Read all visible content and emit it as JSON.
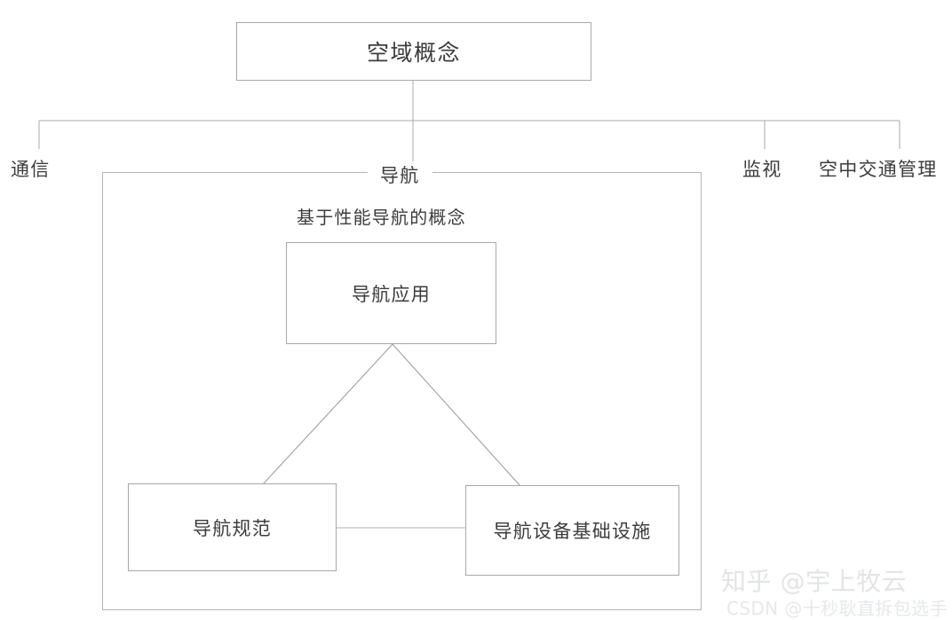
{
  "diagram": {
    "root": {
      "label": "空域概念"
    },
    "branches": [
      {
        "key": "communication",
        "label": "通信"
      },
      {
        "key": "navigation",
        "label": "导航"
      },
      {
        "key": "surveillance",
        "label": "监视"
      },
      {
        "key": "air-traffic-management",
        "label": "空中交通管理"
      }
    ],
    "navigation_group": {
      "title": "基于性能导航的概念",
      "nodes": [
        {
          "key": "nav-application",
          "label": "导航应用"
        },
        {
          "key": "nav-specification",
          "label": "导航规范"
        },
        {
          "key": "nav-infrastructure",
          "label": "导航设备基础设施"
        }
      ]
    },
    "colors": {
      "line": "#a8a8a8",
      "group_line": "#b4b4b4",
      "text": "#3c3c3c",
      "background": "#ffffff",
      "watermark": "#e2e4e6"
    }
  },
  "watermarks": {
    "zhihu": "知乎 @宇上牧云",
    "csdn": "CSDN @十秒耿直拆包选手"
  }
}
